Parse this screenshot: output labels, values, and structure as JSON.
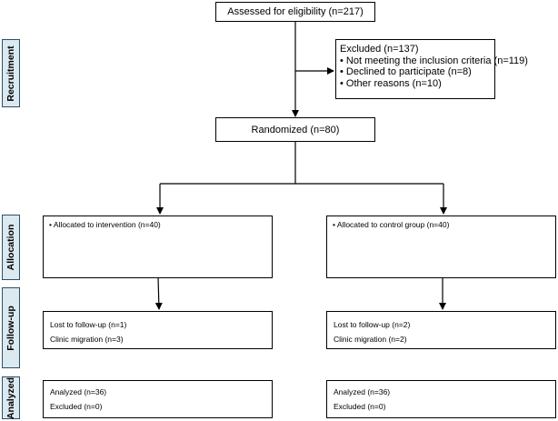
{
  "stages": {
    "recruitment": "Recruitment",
    "allocation": "Allocation",
    "followup": "Follow-up",
    "analyzed": "Analyzed"
  },
  "assessed": "Assessed for eligibility (n=217)",
  "excluded": {
    "title": "Excluded (n=137)",
    "items": [
      "• Not meeting the inclusion criteria (n=119)",
      "• Declined to participate (n=8)",
      "• Other reasons (n=10)"
    ]
  },
  "randomized": "Randomized (n=80)",
  "intervention": {
    "allocated": "• Allocated to intervention (n=40)",
    "lost": "Lost to follow-up (n=1)",
    "migration": "Clinic migration (n=3)",
    "analyzed": "Analyzed (n=36)",
    "excluded": "Excluded (n=0)"
  },
  "control": {
    "allocated": "• Allocated to control group (n=40)",
    "lost": "Lost to follow-up (n=2)",
    "migration": "Clinic migration (n=2)",
    "analyzed": "Analyzed (n=36)",
    "excluded": "Excluded (n=0)"
  }
}
